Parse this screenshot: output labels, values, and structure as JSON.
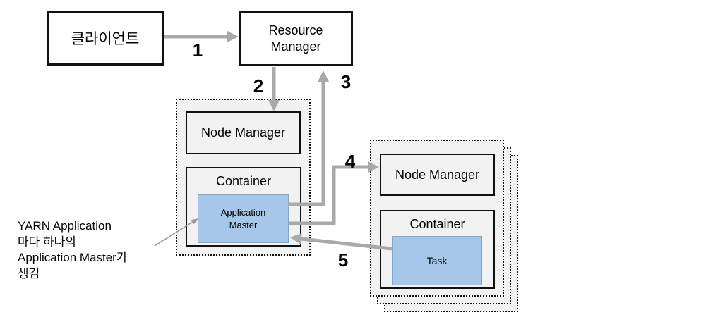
{
  "nodes": {
    "client": "클라이언트",
    "resource_manager": "Resource\nManager",
    "node_manager_1": "Node Manager",
    "container_1": "Container",
    "application_master": "Application\nMaster",
    "node_manager_2": "Node Manager",
    "container_2": "Container",
    "task": "Task"
  },
  "steps": {
    "s1": "1",
    "s2": "2",
    "s3": "3",
    "s4": "4",
    "s5": "5"
  },
  "annotation": "YARN Application\n마다 하나의\nApplication Master가\n생김",
  "colors": {
    "arrow": "#a9a9a9",
    "thin_arrow": "#9a9a9a",
    "blue_fill": "#a5c7e9",
    "blue_border": "#86a4c4",
    "cluster_fill": "#f2f2f2",
    "box_border": "#111111",
    "text": "#000000",
    "bg": "#ffffff"
  }
}
